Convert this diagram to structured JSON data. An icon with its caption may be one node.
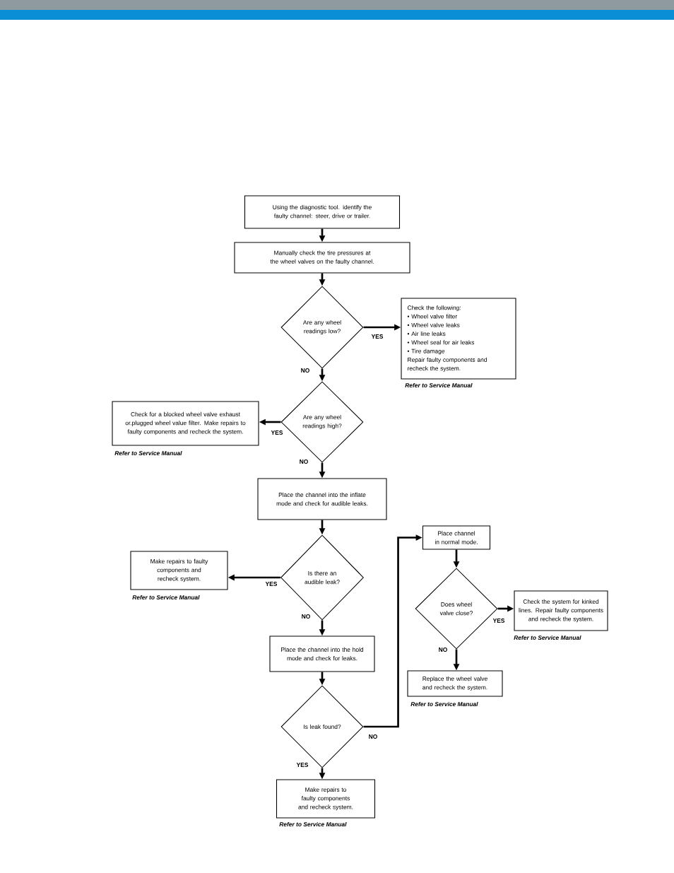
{
  "diagram": {
    "nodes": [
      {
        "text": [
          "Using the diagnostic tool. identify the faulty channel: steer, drive or trailer."
        ]
      },
      {
        "text": [
          "Manually check the tire pressures at the wheel valves on the faulty channel."
        ]
      },
      {
        "text": [
          "Are any wheel readings low?"
        ]
      },
      {
        "text": [
          "Check the following:",
          "• Wheel valve filter",
          "• Wheel valve leaks",
          "• Air line leaks",
          "• Wheel seal for air leaks",
          "• Tire damage",
          "Repair faulty components and recheck the system."
        ],
        "beside": [
          "Refer to Service Manual"
        ]
      },
      {
        "text": [
          "Are any wheel readings high?"
        ]
      },
      {
        "text": [
          "Check for a blocked wheel valve exhaust or.plugged wheel value filter.  Make repairs to faulty components and recheck the system."
        ],
        "beside": [
          "Refer to Service Manual"
        ]
      },
      {
        "text": [
          "Place the channel into the inflate mode and check for audible leaks."
        ]
      },
      {
        "text": [
          "Is there an audible leak?"
        ]
      },
      {
        "text": [
          "Make repairs to faulty components and recheck system."
        ],
        "beside": [
          "Refer to Service Manual"
        ]
      },
      {
        "text": [
          "Place the channel into the hold mode and check for leaks."
        ]
      },
      {
        "text": [
          "Is leak found?"
        ]
      },
      {
        "text": [
          "Make repairs to faulty components and recheck system."
        ],
        "beside": [
          "Refer to Service Manual"
        ]
      },
      {
        "text": [
          "Place channel in normal mode."
        ]
      },
      {
        "text": [
          "Does wheel valve close?"
        ]
      },
      {
        "text": [
          "Check the system for kinked lines.  Repair faulty components and recheck the system."
        ],
        "beside": [
          "Refer to Service Manual"
        ]
      },
      {
        "text": [
          "Replace the wheel valve and recheck the system."
        ],
        "beside": [
          "Refer to Service Manual"
        ]
      }
    ],
    "edges": [
      {
        "from": 0,
        "to": 1,
        "arrow": "to"
      },
      {
        "from": 1,
        "to": 2,
        "arrow": "to"
      },
      {
        "from": 2,
        "to": 3,
        "arrow": "to",
        "label": "YES"
      },
      {
        "from": 2,
        "to": 4,
        "arrow": "to",
        "label": "NO"
      },
      {
        "from": 4,
        "to": 5,
        "arrow": "to",
        "label": "YES"
      },
      {
        "from": 4,
        "to": 6,
        "arrow": "to",
        "label": "NO"
      },
      {
        "from": 6,
        "to": 7,
        "arrow": "to"
      },
      {
        "from": 7,
        "to": 8,
        "arrow": "to",
        "label": "YES"
      },
      {
        "from": 7,
        "to": 9,
        "arrow": "to",
        "label": "NO"
      },
      {
        "from": 9,
        "to": 10,
        "arrow": "to"
      },
      {
        "from": 10,
        "to": 11,
        "arrow": "to",
        "label": "YES"
      },
      {
        "from": 10,
        "to": 12,
        "arrow": "to",
        "label": "NO"
      },
      {
        "from": 12,
        "to": 13,
        "arrow": "to"
      },
      {
        "from": 13,
        "to": 14,
        "arrow": "to",
        "label": "YES"
      },
      {
        "from": 13,
        "to": 15,
        "arrow": "to",
        "label": "NO"
      }
    ]
  }
}
